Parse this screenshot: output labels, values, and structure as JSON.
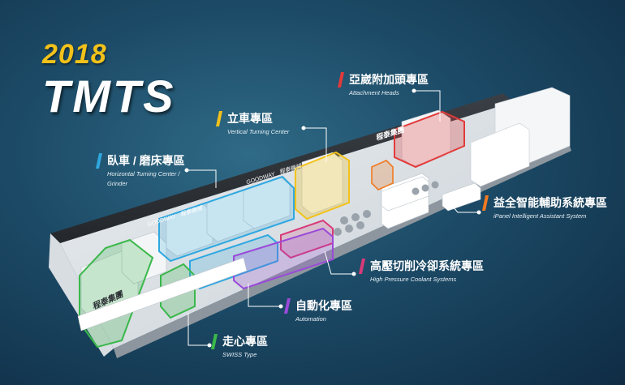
{
  "header": {
    "year": "2018",
    "show": "TMTS"
  },
  "booth": {
    "brand_sign": "GOODWAY",
    "brand_cn": "程泰機械",
    "group_cn": "程泰集團"
  },
  "zones": [
    {
      "id": "attachment",
      "zh": "亞崴附加頭專區",
      "en": "Attachment Heads",
      "color": "#e23a3a"
    },
    {
      "id": "vertical",
      "zh": "立車專區",
      "en": "Vertical Turning Center",
      "color": "#f2c21a"
    },
    {
      "id": "horizontal",
      "zh": "臥車 / 磨床專區",
      "en": "Horizontal Turning Center / Grinder",
      "color": "#2fa8e0"
    },
    {
      "id": "ipanel",
      "zh": "益全智能輔助系統專區",
      "en": "iPanel Intelligent Assistant System",
      "color": "#f07a22"
    },
    {
      "id": "coolant",
      "zh": "高壓切削冷卻系統專區",
      "en": "High Pressure Coolant Systems",
      "color": "#d83a7a"
    },
    {
      "id": "automation",
      "zh": "自動化專區",
      "en": "Automation",
      "color": "#9a4ad8"
    },
    {
      "id": "swiss",
      "zh": "走心專區",
      "en": "SWISS Type",
      "color": "#3ab84a"
    }
  ]
}
